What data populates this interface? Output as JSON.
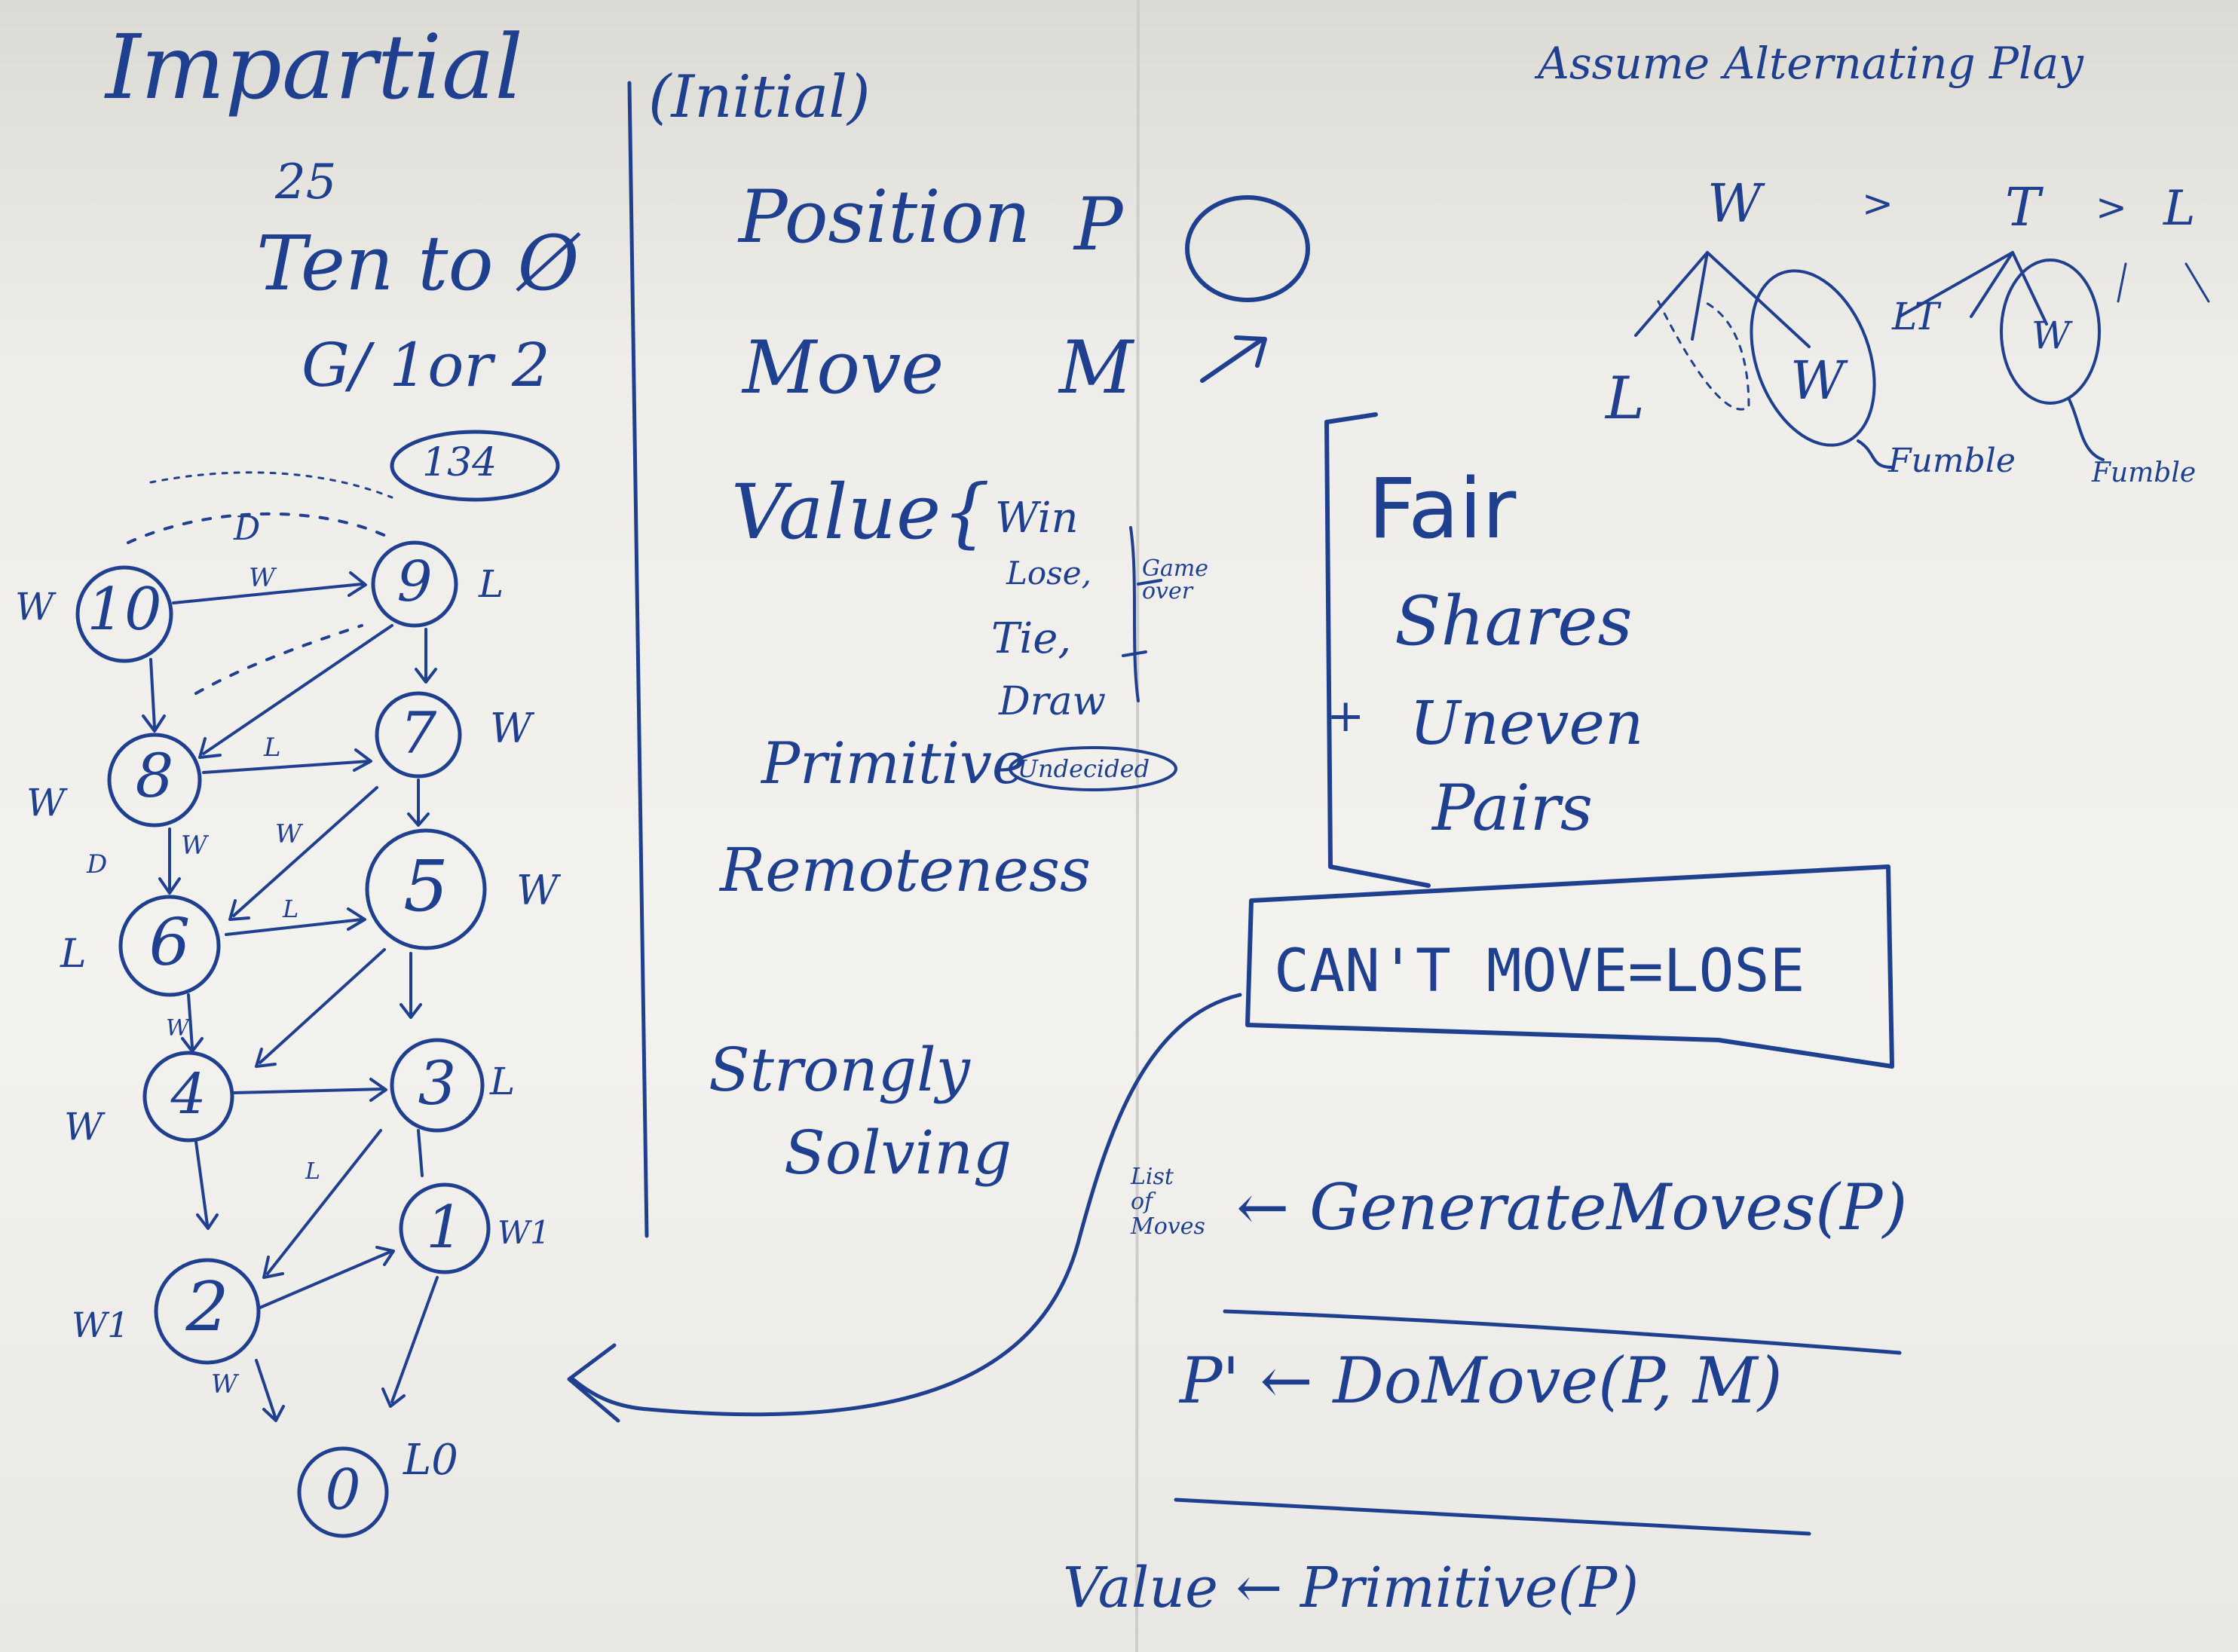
{
  "left": {
    "title": "Impartial",
    "number": "25",
    "game_name": "Ten to Ø",
    "rule": "G/ 1or 2",
    "circled": "134",
    "tree_top_label": "D",
    "nodes": [
      {
        "id": "10",
        "value": "W"
      },
      {
        "id": "9",
        "value": "L"
      },
      {
        "id": "8",
        "value": "W"
      },
      {
        "id": "7",
        "value": "W"
      },
      {
        "id": "6",
        "value": "L"
      },
      {
        "id": "5",
        "value": "W"
      },
      {
        "id": "4",
        "value": "W"
      },
      {
        "id": "3",
        "value": "L"
      },
      {
        "id": "2",
        "value": "W1"
      },
      {
        "id": "1",
        "value": "W1"
      },
      {
        "id": "0",
        "value": "L0"
      }
    ],
    "edge_labels": [
      "W",
      "L",
      "W",
      "W",
      "L",
      "W",
      "L",
      "W",
      "D"
    ]
  },
  "middle": {
    "initial": "(Initial)",
    "position": "Position",
    "position_symbol": "P",
    "move": "Move",
    "move_symbol": "M",
    "value": "Value",
    "value_options": [
      "Win",
      "Lose,",
      "Tie,",
      "Draw"
    ],
    "game_over": "Game over",
    "primitive": "Primitive",
    "undecided": "Undecided",
    "remoteness": "Remoteness",
    "strongly": "Strongly",
    "solving": "Solving"
  },
  "right": {
    "assume": "Assume Alternating Play",
    "ordering": [
      "W",
      ">",
      "T",
      ">",
      "L"
    ],
    "fumble1": "Fumble",
    "fumble2": "Fumble",
    "fair": "Fair",
    "shares": "Shares",
    "uneven": "Uneven",
    "pairs": "Pairs",
    "plus": "+",
    "cant_move": "CAN'T MOVE=LOSE",
    "list_of_moves": "List of Moves",
    "generate": "← GenerateMoves(P)",
    "domove": "P' ← DoMove(P, M)",
    "value_line": "Value ← Primitive(P)"
  }
}
